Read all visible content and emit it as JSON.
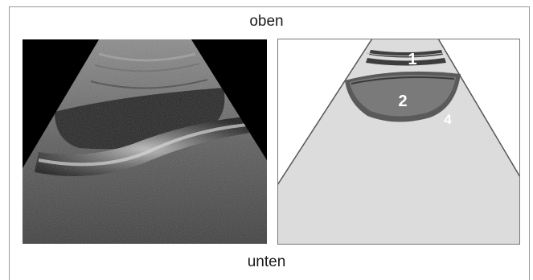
{
  "labels": {
    "top": "oben",
    "bottom": "unten"
  },
  "diagram": {
    "region_labels": [
      "1",
      "2",
      "4"
    ]
  },
  "colors": {
    "fan_fill": "#dcdcdc",
    "region_1_band": "#3d3d3d",
    "region_2_fill": "#7a7a7a",
    "region_4_wall": "#5a5a5a",
    "outline": "#555555"
  }
}
